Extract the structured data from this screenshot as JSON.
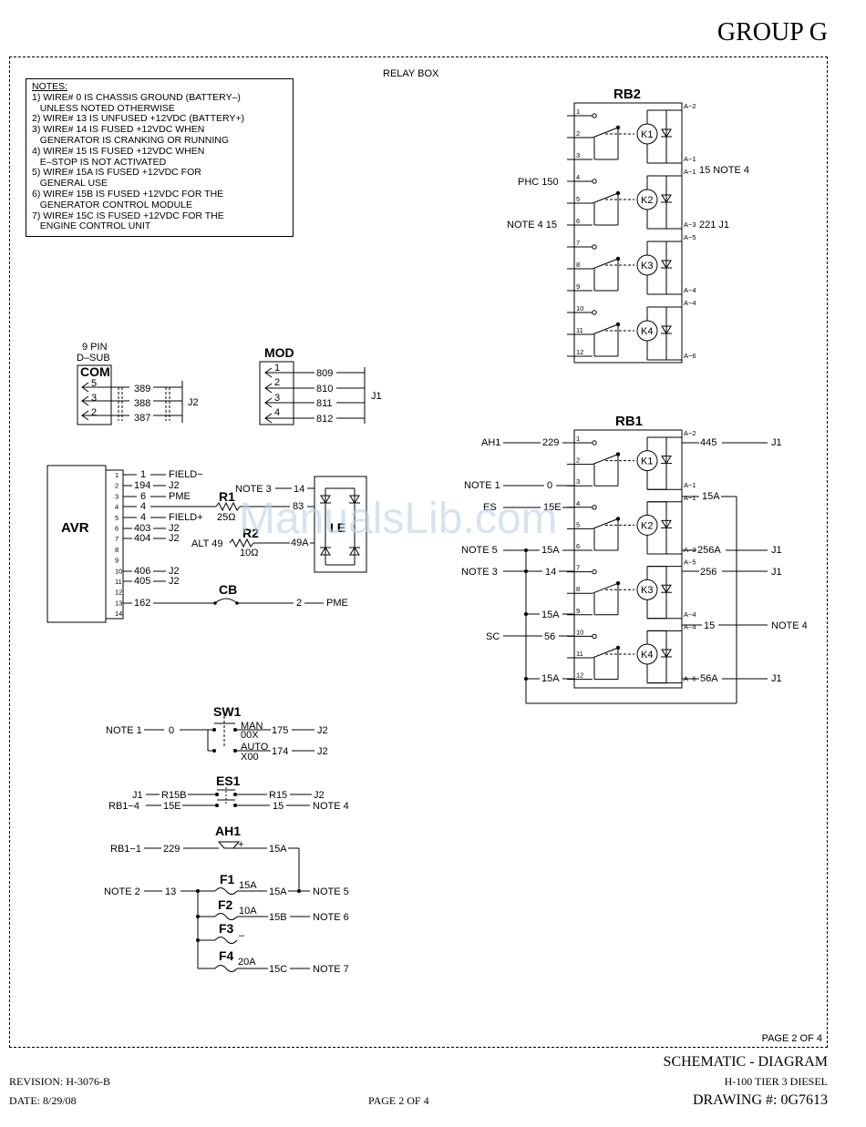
{
  "header": {
    "group": "GROUP G"
  },
  "relay_box_label": "RELAY BOX",
  "watermark": "ManualsLib.com",
  "notes": {
    "title": "NOTES:",
    "lines": [
      "1) WIRE# 0 IS CHASSIS GROUND (BATTERY–)",
      "   UNLESS NOTED OTHERWISE",
      "2) WIRE# 13 IS UNFUSED +12VDC (BATTERY+)",
      "3) WIRE# 14 IS FUSED +12VDC WHEN",
      "   GENERATOR IS CRANKING OR RUNNING",
      "4) WIRE# 15 IS FUSED +12VDC WHEN",
      "   E–STOP IS NOT ACTIVATED",
      "5) WIRE# 15A IS FUSED +12VDC FOR",
      "   GENERAL USE",
      "6) WIRE# 15B IS FUSED +12VDC FOR THE",
      "   GENERATOR CONTROL MODULE",
      "7) WIRE# 15C IS FUSED +12VDC FOR THE",
      "   ENGINE CONTROL UNIT"
    ]
  },
  "rb2": {
    "title": "RB2",
    "pins": [
      "1",
      "2",
      "3",
      "4",
      "5",
      "6",
      "7",
      "8",
      "9",
      "10",
      "11",
      "12"
    ],
    "relays": [
      "K1",
      "K2",
      "K3",
      "K4"
    ],
    "a_pins": [
      "A−2",
      "A−1",
      "A−3",
      "A−5",
      "A−4",
      "A−6"
    ],
    "labels": {
      "phc": "PHC 150",
      "note4": "NOTE 4 15",
      "a1": "15 NOTE 4",
      "a3": "221 J1"
    }
  },
  "rb1": {
    "title": "RB1",
    "pins": [
      "1",
      "2",
      "3",
      "4",
      "5",
      "6",
      "7",
      "8",
      "9",
      "10",
      "11",
      "12"
    ],
    "relays": [
      "K1",
      "K2",
      "K3",
      "K4"
    ],
    "a_pins": [
      "A−2",
      "A−1",
      "A−3",
      "A−5",
      "A−4",
      "A−6"
    ],
    "left": [
      {
        "src": "AH1",
        "wire": "229"
      },
      {
        "src": "NOTE 1",
        "wire": "0"
      },
      {
        "src": "ES",
        "wire": "15E"
      },
      {
        "src": "NOTE 5",
        "wire": "15A"
      },
      {
        "src": "NOTE 3",
        "wire": "14"
      },
      {
        "src": "",
        "wire": "15A"
      },
      {
        "src": "SC",
        "wire": "56"
      },
      {
        "src": "",
        "wire": "15A"
      }
    ],
    "right": [
      {
        "wire": "445",
        "dest": "J1"
      },
      {
        "wire": "15A",
        "dest": ""
      },
      {
        "wire": "256A",
        "dest": "J1"
      },
      {
        "wire": "256",
        "dest": "J1"
      },
      {
        "wire": "15",
        "dest": "NOTE 4"
      },
      {
        "wire": "56A",
        "dest": "J1"
      }
    ]
  },
  "dsub": {
    "title1": "9 PIN",
    "title2": "D–SUB",
    "name": "COM",
    "pins": [
      "5",
      "3",
      "2"
    ],
    "wires": [
      "389",
      "388",
      "387"
    ],
    "conn": "J2"
  },
  "mod": {
    "name": "MOD",
    "pins": [
      "1",
      "2",
      "3",
      "4"
    ],
    "wires": [
      "809",
      "810",
      "811",
      "812"
    ],
    "conn": "J1"
  },
  "avr": {
    "name": "AVR",
    "pins": [
      "1",
      "2",
      "3",
      "4",
      "5",
      "6",
      "7",
      "8",
      "9",
      "10",
      "11",
      "12",
      "13",
      "14"
    ],
    "wires": [
      {
        "pin": "1",
        "wire": "1",
        "dest": "FIELD−"
      },
      {
        "pin": "2",
        "wire": "194",
        "dest": "J2"
      },
      {
        "pin": "3",
        "wire": "6",
        "dest": "PME"
      },
      {
        "pin": "4",
        "wire": "4",
        "dest": ""
      },
      {
        "pin": "5",
        "wire": "4",
        "dest": "FIELD+"
      },
      {
        "pin": "6",
        "wire": "403",
        "dest": "J2"
      },
      {
        "pin": "7",
        "wire": "404",
        "dest": "J2"
      },
      {
        "pin": "10",
        "wire": "406",
        "dest": "J2"
      },
      {
        "pin": "11",
        "wire": "405",
        "dest": "J2"
      },
      {
        "pin": "13",
        "wire": "162",
        "dest": ""
      }
    ],
    "r1": {
      "name": "R1",
      "value": "25Ω"
    },
    "r2": {
      "name": "R2",
      "value": "10Ω"
    },
    "note3": "NOTE 3",
    "w14": "14",
    "w83": "83",
    "alt": "ALT 49",
    "w49a": "49A",
    "ie": "I E",
    "cb": "CB",
    "cb_out": "2",
    "cb_dest": "PME"
  },
  "sw1": {
    "name": "SW1",
    "src": "NOTE 1",
    "wire_in": "0",
    "pos1": "MAN",
    "code1": "00X",
    "wire1": "175",
    "dest1": "J2",
    "pos2": "AUTO",
    "code2": "X00",
    "wire2": "174",
    "dest2": "J2"
  },
  "es1": {
    "name": "ES1",
    "r1": {
      "src": "J1",
      "wire": "R15B",
      "wire_out": "R15",
      "dest": "J2"
    },
    "r2": {
      "src": "RB1−4",
      "wire": "15E",
      "wire_out": "15",
      "dest": "NOTE 4"
    }
  },
  "ah1": {
    "name": "AH1",
    "src": "RB1−1",
    "wire": "229",
    "wire_out": "15A"
  },
  "fuses": {
    "src": "NOTE 2",
    "wire": "13",
    "items": [
      {
        "name": "F1",
        "rating": "15A",
        "wire_out": "15A",
        "dest": "NOTE 5"
      },
      {
        "name": "F2",
        "rating": "10A",
        "wire_out": "15B",
        "dest": "NOTE 6"
      },
      {
        "name": "F3",
        "rating": "–",
        "wire_out": "",
        "dest": ""
      },
      {
        "name": "F4",
        "rating": "20A",
        "wire_out": "15C",
        "dest": "NOTE 7"
      }
    ]
  },
  "footer": {
    "page_inside": "PAGE 2 OF 4",
    "title": "SCHEMATIC - DIAGRAM",
    "model": "H-100 TIER 3 DIESEL",
    "drawing": "DRAWING #: 0G7613",
    "revision": "REVISION: H-3076-B",
    "date": "DATE: 8/29/08",
    "page": "PAGE 2 OF 4"
  }
}
